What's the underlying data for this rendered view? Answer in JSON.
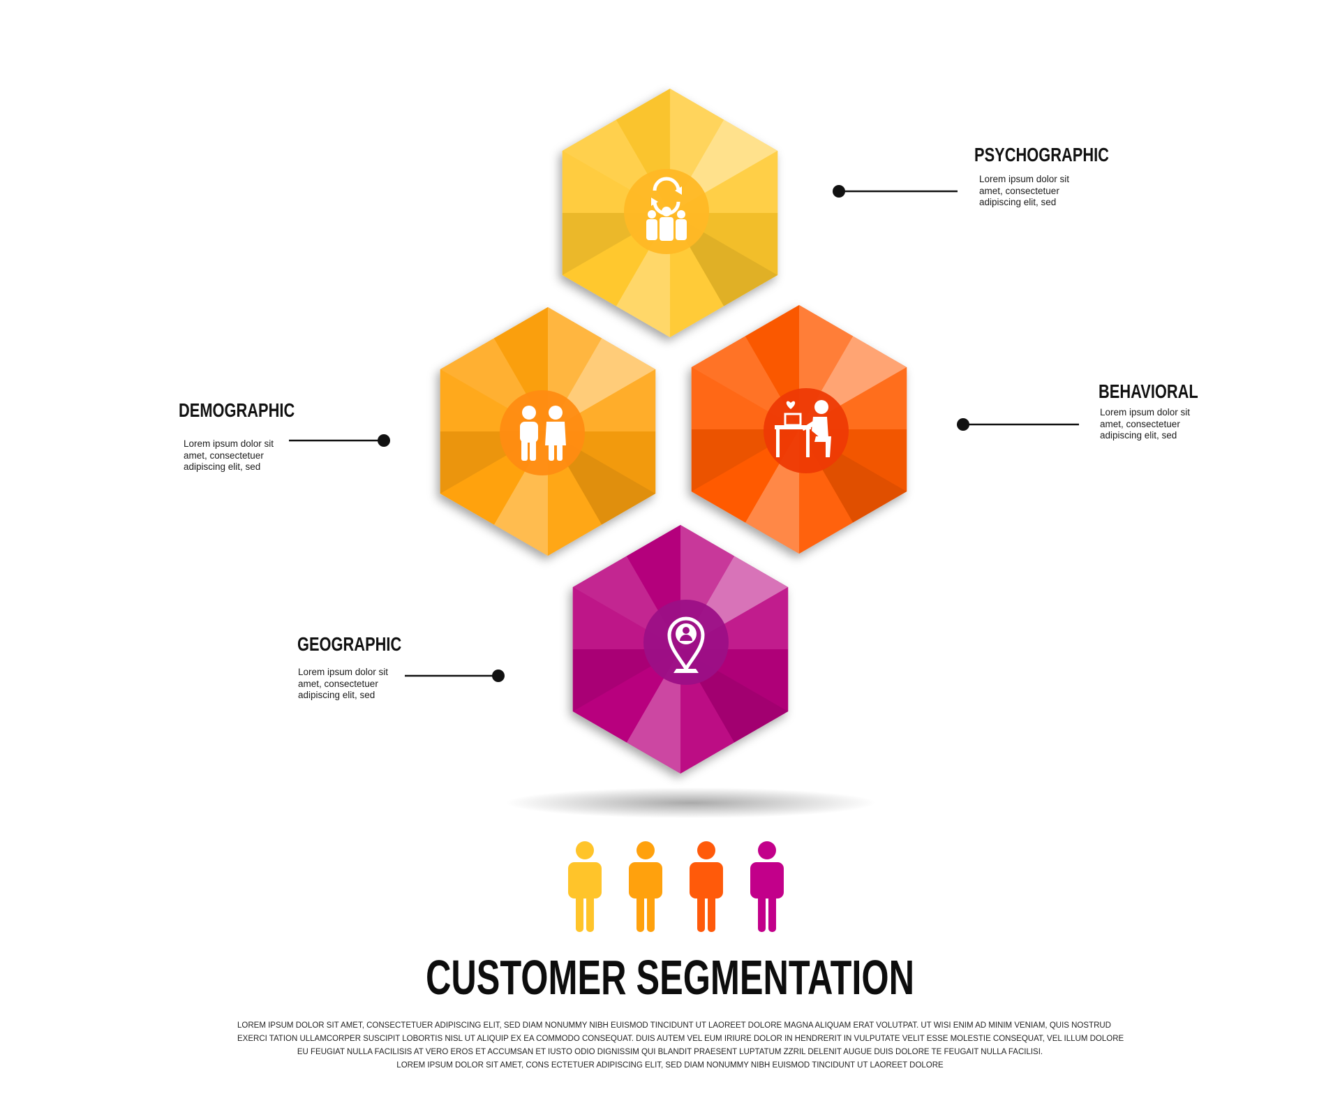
{
  "title": "CUSTOMER SEGMENTATION",
  "segments": [
    {
      "id": "psychographic",
      "label": "PSYCHOGRAPHIC",
      "description": [
        "Lorem ipsum dolor sit",
        "amet, consectetuer",
        "adipiscing elit, sed"
      ],
      "icon": "people-cycle-icon",
      "color": "#FFC82E"
    },
    {
      "id": "demographic",
      "label": "DEMOGRAPHIC",
      "description": [
        "Lorem ipsum dolor sit",
        "amet, consectetuer",
        "adipiscing elit, sed"
      ],
      "icon": "couple-icon",
      "color": "#FFA20C"
    },
    {
      "id": "behavioral",
      "label": "BEHAVIORAL",
      "description": [
        "Lorem ipsum dolor sit",
        "amet, consectetuer",
        "adipiscing elit, sed"
      ],
      "icon": "person-at-desk-icon",
      "color": "#FF5A00"
    },
    {
      "id": "geographic",
      "label": "GEOGRAPHIC",
      "description": [
        "Lorem ipsum dolor sit",
        "amet, consectetuer",
        "adipiscing elit, sed"
      ],
      "icon": "location-pin-person-icon",
      "color": "#B8007E"
    }
  ],
  "people_icons": [
    {
      "icon": "person-icon",
      "color": "#FFC42A"
    },
    {
      "icon": "person-icon",
      "color": "#FFA10D"
    },
    {
      "icon": "person-icon",
      "color": "#FF5A0A"
    },
    {
      "icon": "person-icon",
      "color": "#C2008A"
    }
  ],
  "footer_lines": [
    "Lorem ipsum dolor sit amet, consectetuer adipiscing elit, sed diam nonummy nibh euismod tincidunt ut laoreet dolore magna aliquam erat volutpat. Ut wisi enim ad minim veniam, quis nostrud",
    "exerci tation ullamcorper suscipit lobortis nisl ut aliquip ex ea commodo consequat. Duis autem vel eum iriure dolor in hendrerit in vulputate velit esse molestie consequat, vel illum dolore",
    "eu feugiat nulla facilisis at vero eros et accumsan et iusto odio dignissim qui blandit praesent luptatum zzril delenit augue duis dolore te feugait nulla facilisi.",
    "Lorem ipsum dolor sit amet, cons ectetuer adipiscing elit, sed diam nonummy nibh euismod tincidunt ut laoreet dolore"
  ]
}
